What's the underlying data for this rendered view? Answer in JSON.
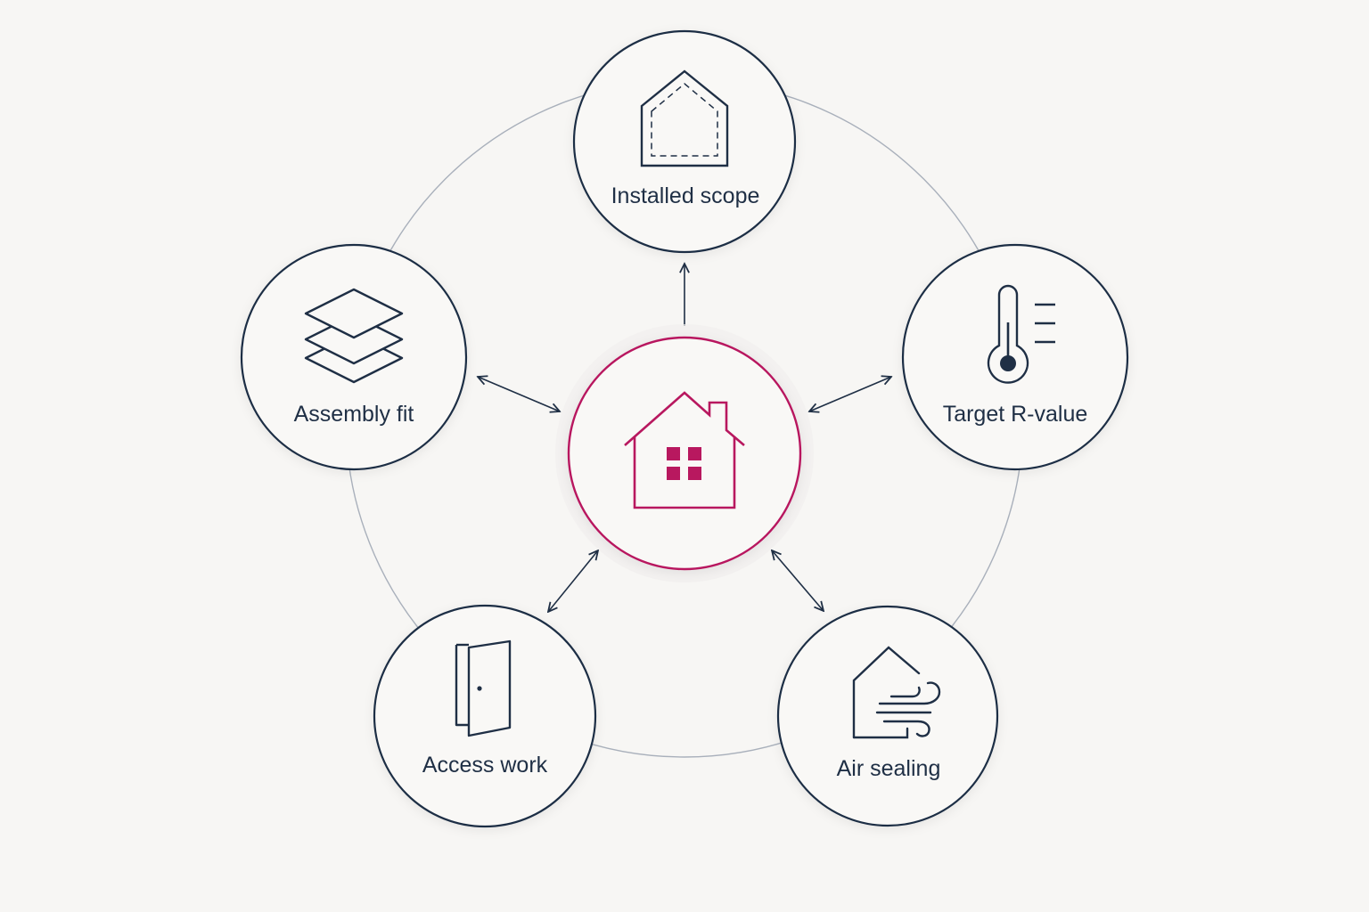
{
  "colors": {
    "background": "#f7f6f4",
    "outline": "#1f2f45",
    "accent": "#b8185f",
    "ring": "#a9b0bb",
    "node_fill": "#f9f8f6"
  },
  "center": {
    "icon": "house-with-window-icon"
  },
  "nodes": [
    {
      "label": "Installed scope",
      "icon": "house-outline-dashed-icon"
    },
    {
      "label": "Target R-value",
      "icon": "thermometer-icon"
    },
    {
      "label": "Air sealing",
      "icon": "house-wind-icon"
    },
    {
      "label": "Access work",
      "icon": "open-door-icon"
    },
    {
      "label": "Assembly fit",
      "icon": "stacked-layers-icon"
    }
  ]
}
